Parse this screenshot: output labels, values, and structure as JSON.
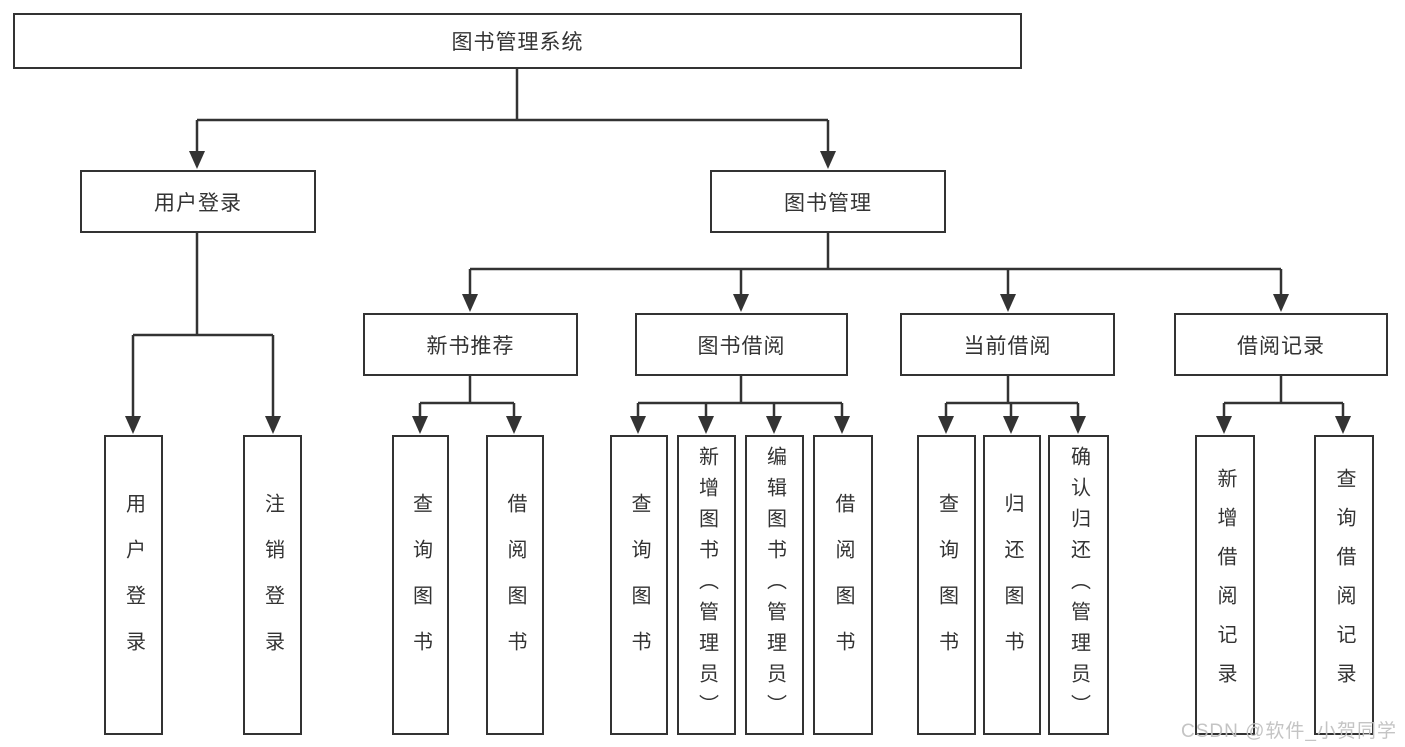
{
  "colors": {
    "line": "#333333",
    "box_border": "#333333",
    "text": "#333333",
    "watermark": "#c1c1c1",
    "background": "#ffffff"
  },
  "diagram": {
    "root": {
      "label": "图书管理系统"
    },
    "level2": [
      {
        "label": "用户登录",
        "children": [
          {
            "label": "用户登录"
          },
          {
            "label": "注销登录"
          }
        ]
      },
      {
        "label": "图书管理",
        "children": [
          {
            "label": "新书推荐",
            "children": [
              {
                "label": "查询图书"
              },
              {
                "label": "借阅图书"
              }
            ]
          },
          {
            "label": "图书借阅",
            "children": [
              {
                "label": "查询图书"
              },
              {
                "label": "新增图书（管理员）"
              },
              {
                "label": "编辑图书（管理员）"
              },
              {
                "label": "借阅图书"
              }
            ]
          },
          {
            "label": "当前借阅",
            "children": [
              {
                "label": "查询图书"
              },
              {
                "label": "归还图书"
              },
              {
                "label": "确认归还（管理员）"
              }
            ]
          },
          {
            "label": "借阅记录",
            "children": [
              {
                "label": "新增借阅记录"
              },
              {
                "label": "查询借阅记录"
              }
            ]
          }
        ]
      }
    ]
  },
  "watermark": {
    "text": "CSDN @软件_小贺同学"
  }
}
